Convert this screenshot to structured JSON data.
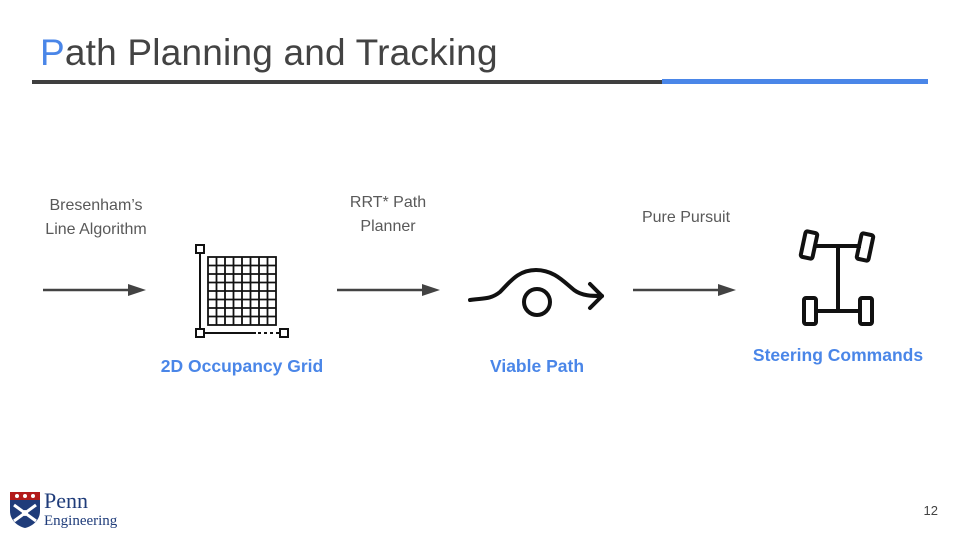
{
  "slide": {
    "title_first_letter": "P",
    "title_rest": "ath Planning and Tracking",
    "page_number": "12",
    "accent_color": "#4a86e8",
    "rule_color": "#3f3f3f"
  },
  "steps": [
    {
      "label": "Bresenham’s\nLine Algorithm"
    },
    {
      "label": "RRT* Path\nPlanner"
    },
    {
      "label": "Pure Pursuit"
    }
  ],
  "nodes": [
    {
      "label": "2D Occupancy Grid",
      "icon": "grid-icon"
    },
    {
      "label": "Viable Path",
      "icon": "path-icon"
    },
    {
      "label": "Steering Commands",
      "icon": "wheelbase-icon"
    }
  ],
  "logo": {
    "line1": "Penn",
    "line2": "Engineering"
  }
}
